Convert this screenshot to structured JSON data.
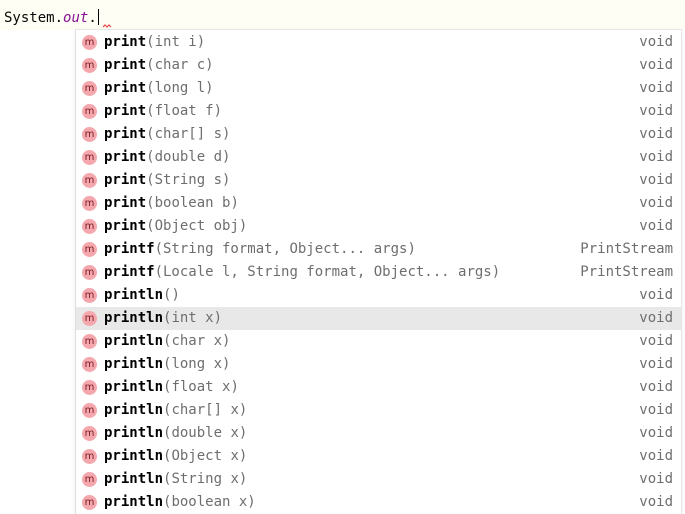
{
  "editor": {
    "receiver": "System.",
    "field": "out",
    "dot": "."
  },
  "completion": {
    "icon_letter": "m",
    "icon_name": "method-icon",
    "selected_index": 12,
    "items": [
      {
        "name": "print",
        "params": "(int i)",
        "type": "void"
      },
      {
        "name": "print",
        "params": "(char c)",
        "type": "void"
      },
      {
        "name": "print",
        "params": "(long l)",
        "type": "void"
      },
      {
        "name": "print",
        "params": "(float f)",
        "type": "void"
      },
      {
        "name": "print",
        "params": "(char[] s)",
        "type": "void"
      },
      {
        "name": "print",
        "params": "(double d)",
        "type": "void"
      },
      {
        "name": "print",
        "params": "(String s)",
        "type": "void"
      },
      {
        "name": "print",
        "params": "(boolean b)",
        "type": "void"
      },
      {
        "name": "print",
        "params": "(Object obj)",
        "type": "void"
      },
      {
        "name": "printf",
        "params": "(String format, Object... args)",
        "type": "PrintStream"
      },
      {
        "name": "printf",
        "params": "(Locale l, String format, Object... args)",
        "type": "PrintStream"
      },
      {
        "name": "println",
        "params": "()",
        "type": "void"
      },
      {
        "name": "println",
        "params": "(int x)",
        "type": "void"
      },
      {
        "name": "println",
        "params": "(char x)",
        "type": "void"
      },
      {
        "name": "println",
        "params": "(long x)",
        "type": "void"
      },
      {
        "name": "println",
        "params": "(float x)",
        "type": "void"
      },
      {
        "name": "println",
        "params": "(char[] x)",
        "type": "void"
      },
      {
        "name": "println",
        "params": "(double x)",
        "type": "void"
      },
      {
        "name": "println",
        "params": "(Object x)",
        "type": "void"
      },
      {
        "name": "println",
        "params": "(String x)",
        "type": "void"
      },
      {
        "name": "println",
        "params": "(boolean x)",
        "type": "void"
      }
    ]
  },
  "colors": {
    "icon_bg": "#f4a8ad",
    "selection_bg": "#e8e8e8",
    "field_color": "#871094",
    "error_squiggle": "#e5484d"
  }
}
